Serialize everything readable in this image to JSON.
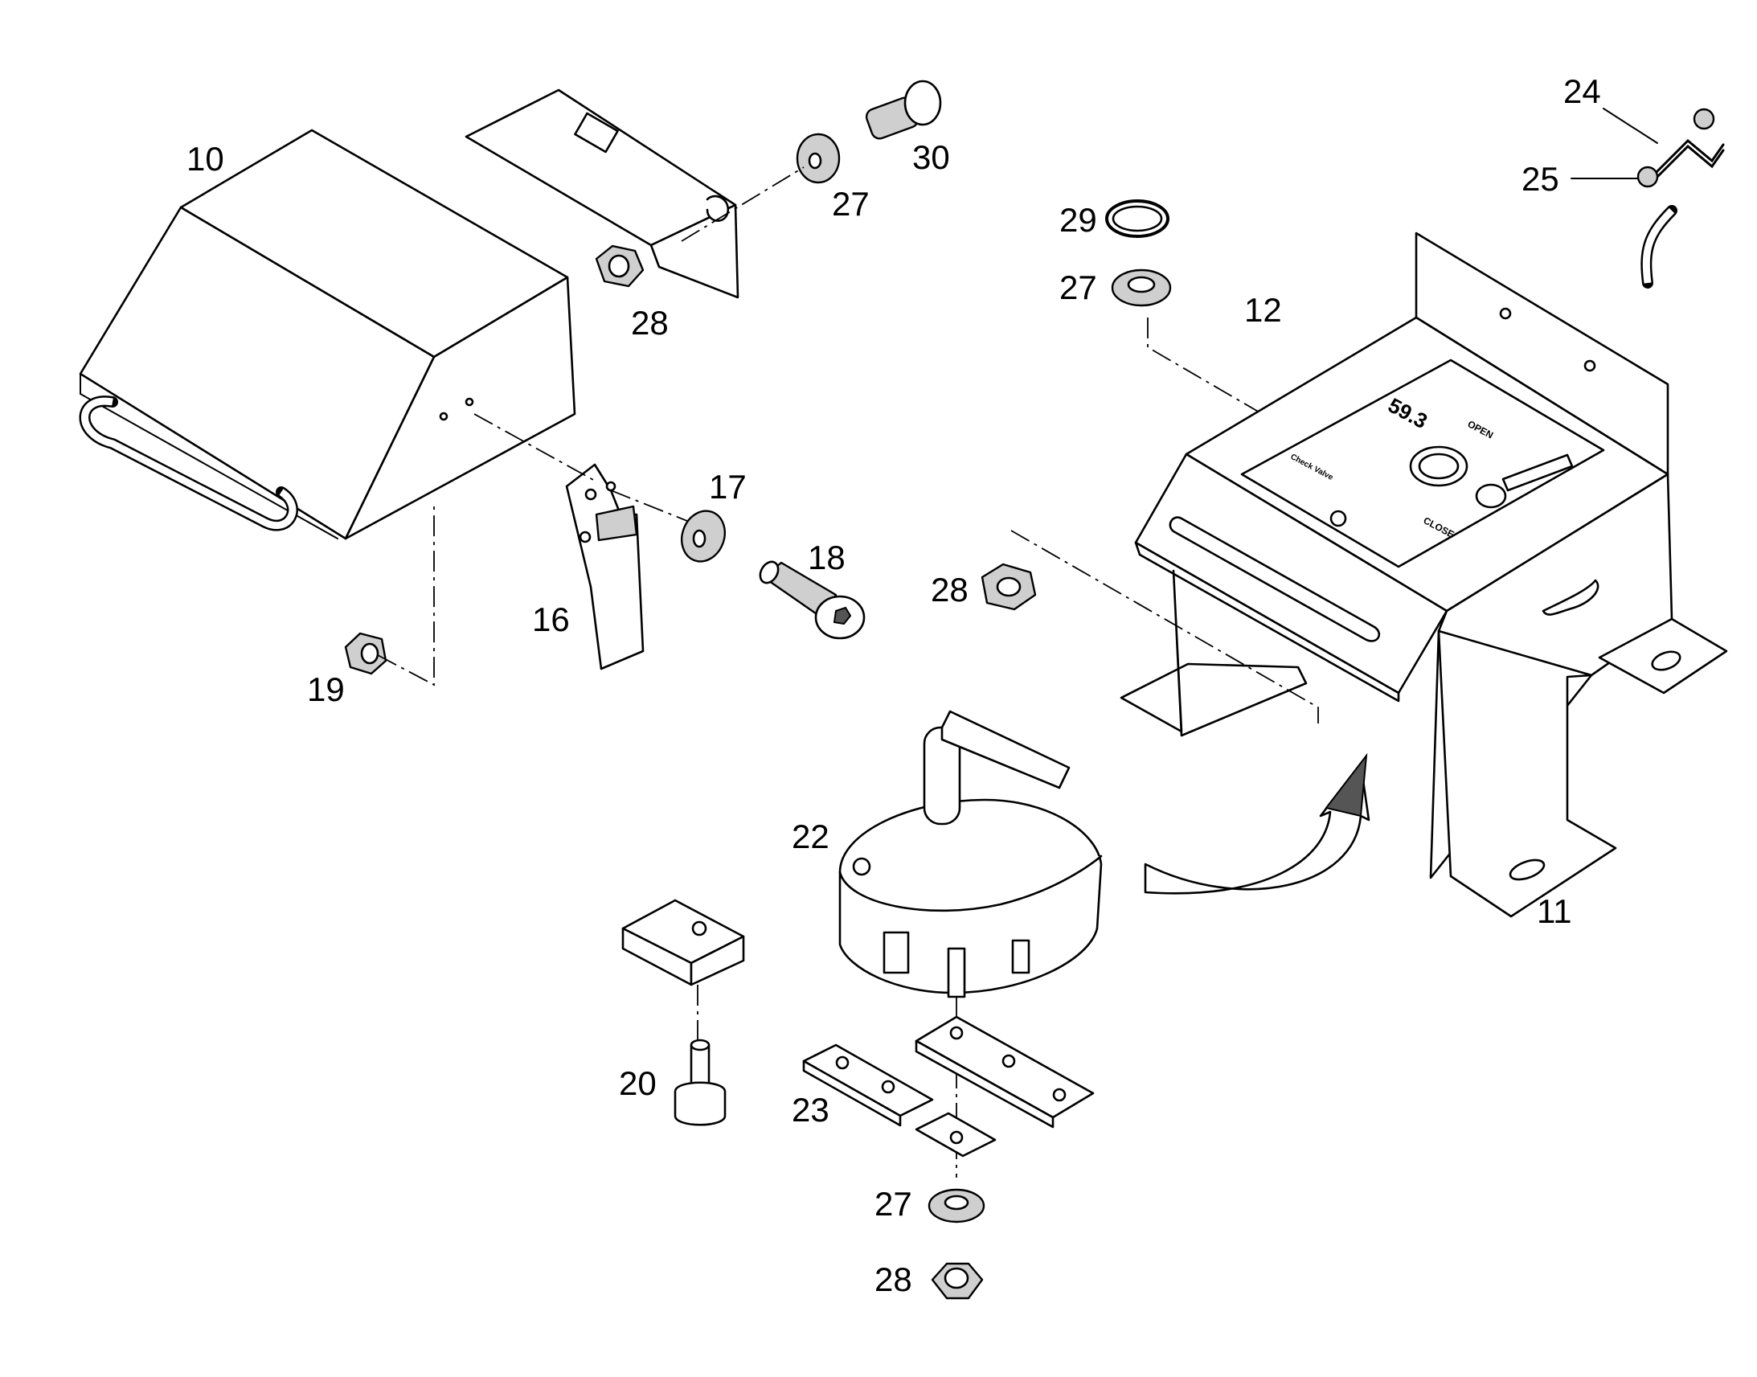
{
  "diagram": {
    "callouts": [
      "10",
      "11",
      "12",
      "16",
      "17",
      "18",
      "19",
      "20",
      "22",
      "23",
      "24",
      "25",
      "27",
      "28",
      "29",
      "30"
    ],
    "plate_text": {
      "big": "59.3",
      "open": "OPEN",
      "close": "CLOSE",
      "small": "Check Valve"
    },
    "colors": {
      "line": "#000000",
      "background": "#ffffff",
      "shade": "#cfcfcf"
    }
  }
}
